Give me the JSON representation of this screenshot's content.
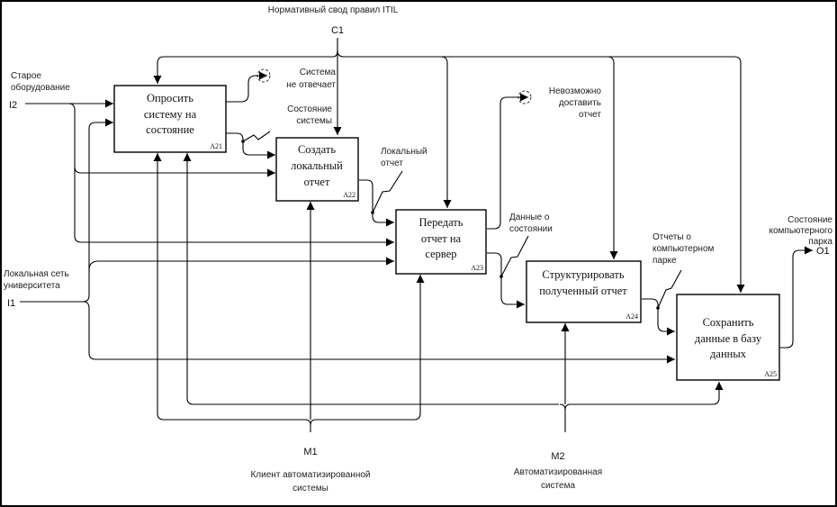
{
  "diagram": {
    "type": "IDEF0 decomposition",
    "functions": [
      {
        "id": "A21",
        "lines": [
          "Опросить",
          "систему на",
          "состояние"
        ]
      },
      {
        "id": "A22",
        "lines": [
          "Создать",
          "локальный",
          "отчет"
        ]
      },
      {
        "id": "A23",
        "lines": [
          "Передать",
          "отчет на",
          "сервер"
        ]
      },
      {
        "id": "A24",
        "lines": [
          "Структурировать",
          "полученный отчет"
        ]
      },
      {
        "id": "A25",
        "lines": [
          "Сохранить",
          "данные в базу",
          "данных"
        ]
      }
    ],
    "boundary_arrows": {
      "C1": {
        "code": "C1",
        "label": "Нормативный свод правил ITIL"
      },
      "I1": {
        "code": "I1",
        "label": [
          "Локальная сеть",
          "университета"
        ]
      },
      "I2": {
        "code": "I2",
        "label": [
          "Старое",
          "оборудование"
        ]
      },
      "M1": {
        "code": "M1",
        "label": [
          "Клиент автоматизированной",
          "системы"
        ]
      },
      "M2": {
        "code": "M2",
        "label": [
          "Автоматизированная",
          "система"
        ]
      },
      "O1": {
        "code": "O1",
        "label": [
          "Состояние",
          "компьютерного",
          "парка"
        ]
      }
    },
    "internal_arrows": {
      "no_response": [
        "Система",
        "не отвечает"
      ],
      "system_state": [
        "Состояние",
        "системы"
      ],
      "local_report": [
        "Локальный",
        "отчет"
      ],
      "cannot_deliver": [
        "Невозможно",
        "доставить",
        "отчет"
      ],
      "state_data": [
        "Данные о",
        "состоянии"
      ],
      "park_reports": [
        "Отчеты о",
        "компьютерном",
        "парке"
      ]
    }
  }
}
